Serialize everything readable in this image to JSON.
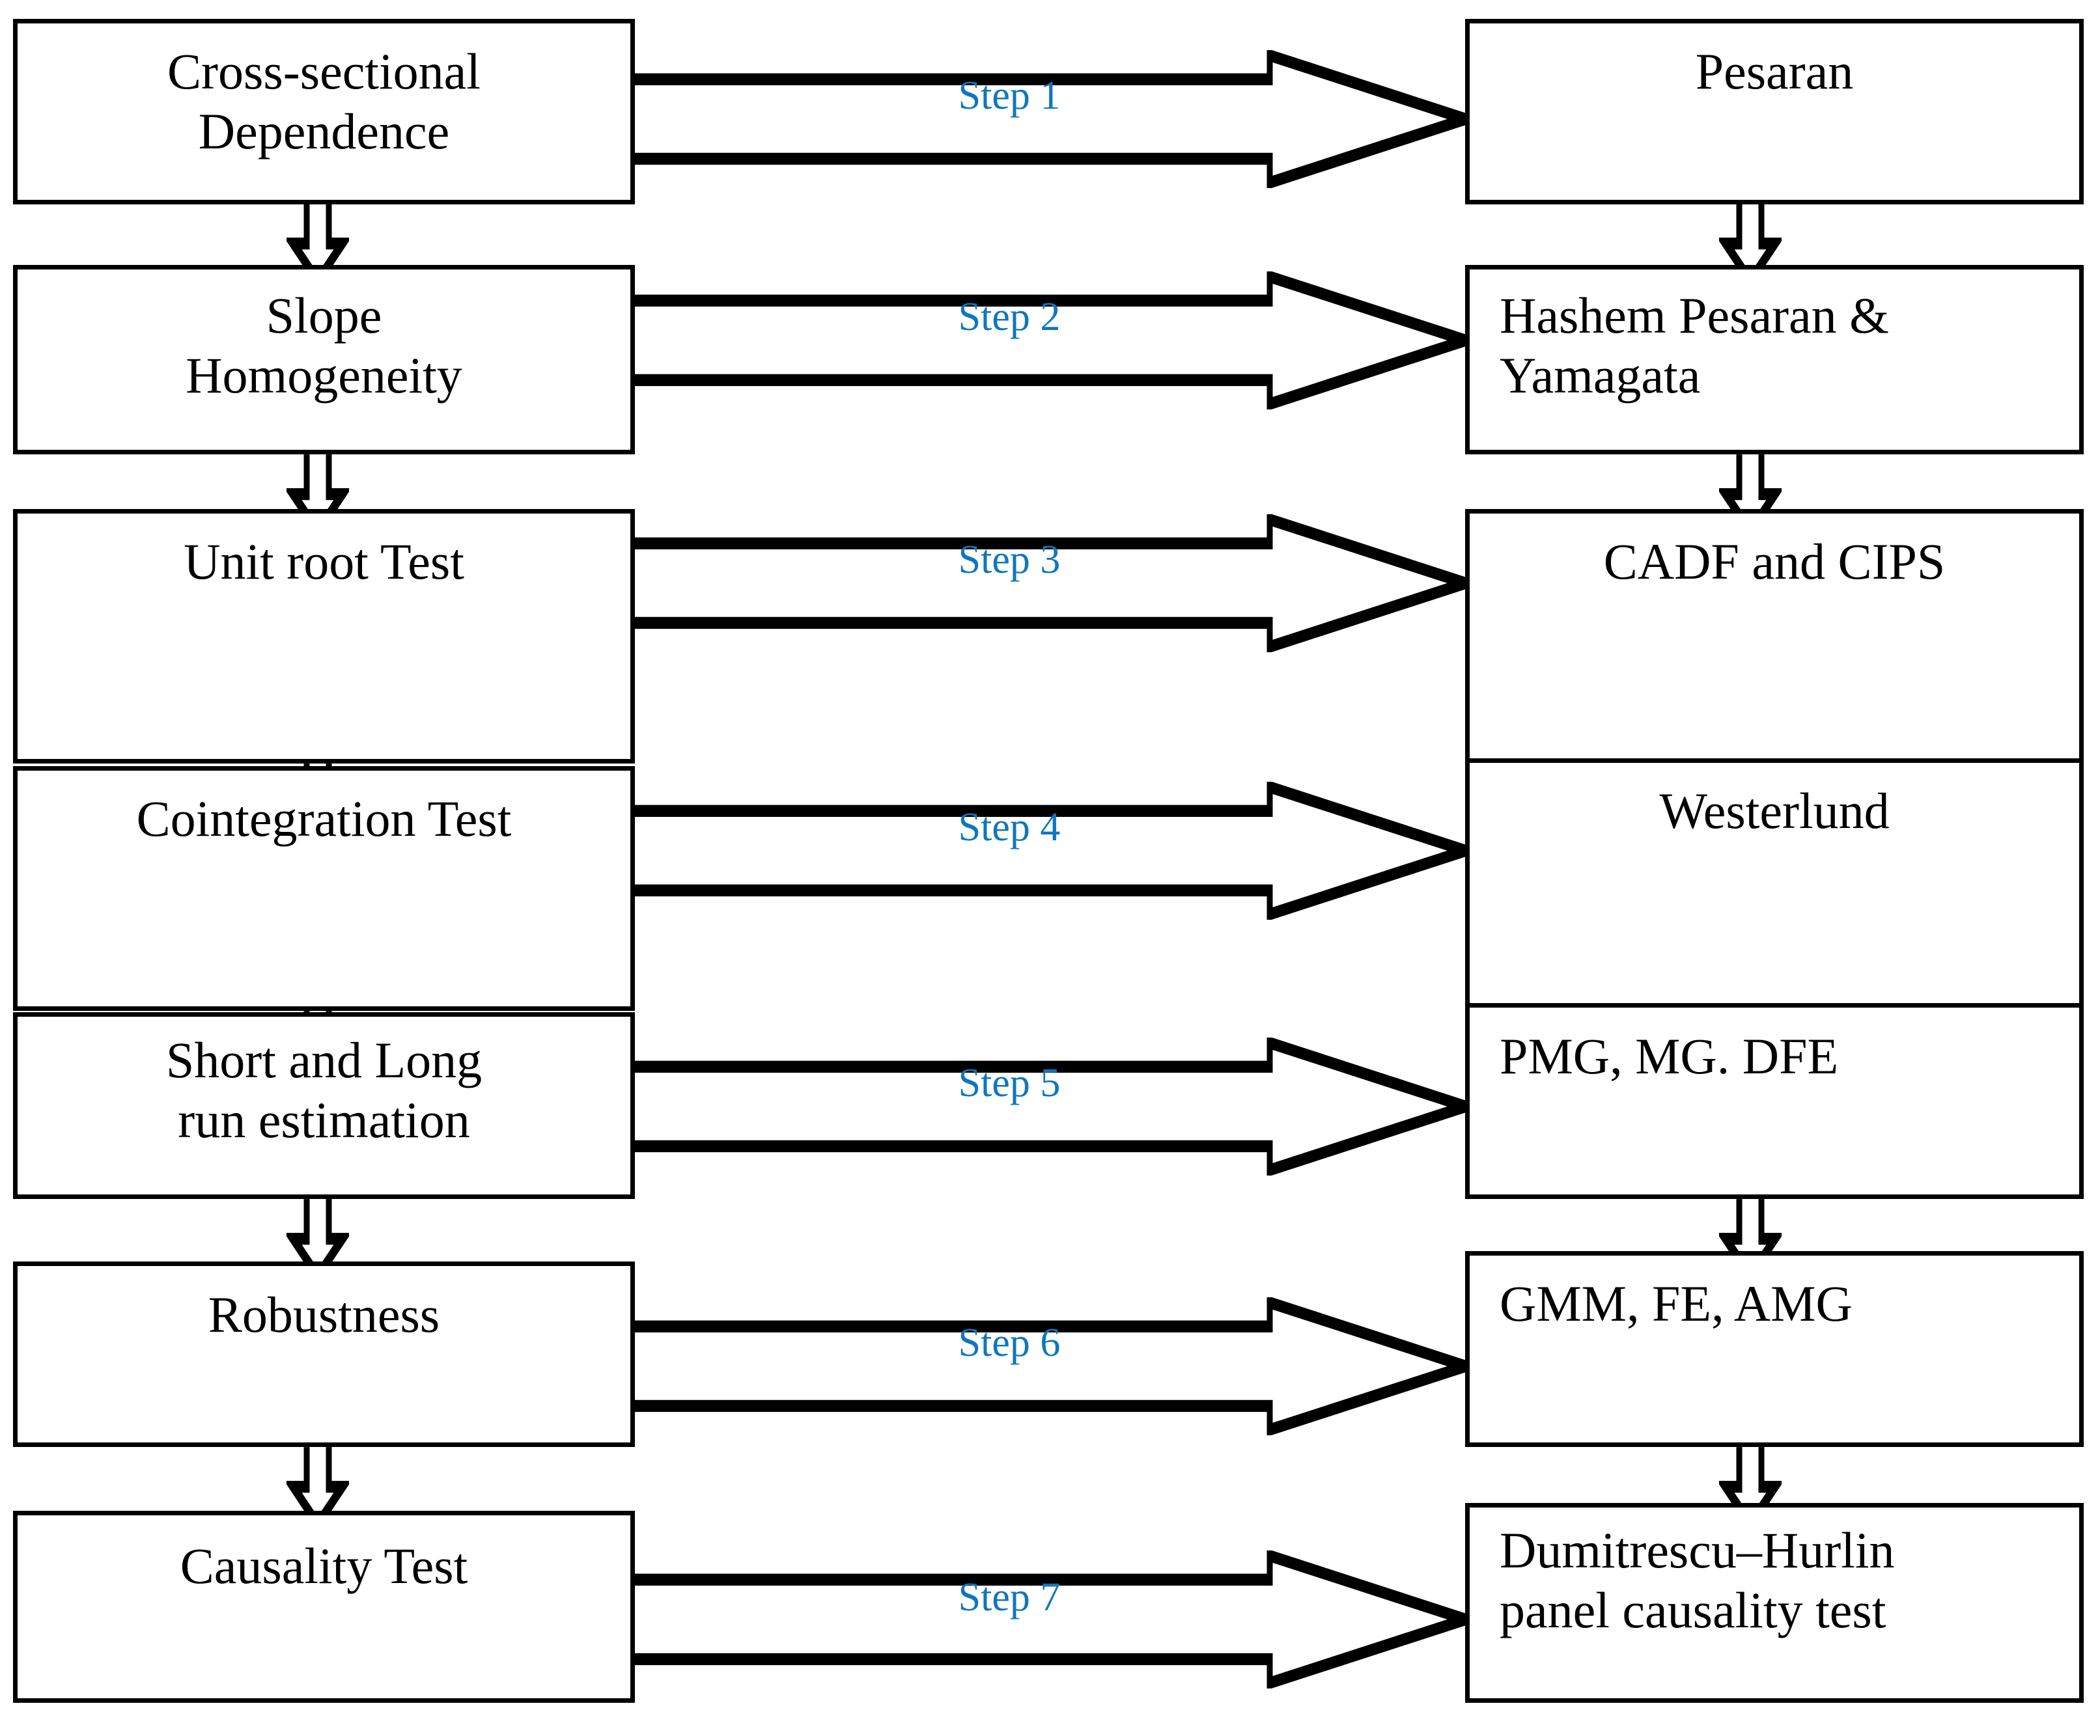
{
  "diagram": {
    "title": "Econometric methodology flowchart",
    "colors": {
      "stroke": "#000000",
      "box_fill": "#ffffff",
      "step_label": "#1076BE",
      "background": "#ffffff"
    },
    "rows": [
      {
        "step_label": "Step 1",
        "left_box": "Cross-sectional\nDependence",
        "right_box": "Pesaran",
        "left_align": "center",
        "right_align": "center"
      },
      {
        "step_label": "Step 2",
        "left_box": "Slope\nHomogeneity",
        "right_box": "Hashem Pesaran &\nYamagata",
        "left_align": "center",
        "right_align": "left"
      },
      {
        "step_label": "Step 3",
        "left_box": "Unit root Test",
        "right_box": "CADF and CIPS",
        "left_align": "center",
        "right_align": "center"
      },
      {
        "step_label": "Step 4",
        "left_box": "Cointegration Test",
        "right_box": "Westerlund",
        "left_align": "center",
        "right_align": "center"
      },
      {
        "step_label": "Step 5",
        "left_box": "Short and Long\nrun estimation",
        "right_box": "PMG, MG. DFE",
        "left_align": "center",
        "right_align": "left"
      },
      {
        "step_label": "Step 6",
        "left_box": "Robustness",
        "right_box": "GMM, FE, AMG",
        "left_align": "center",
        "right_align": "left"
      },
      {
        "step_label": "Step 7",
        "left_box": "Causality Test",
        "right_box": "Dumitrescu–Hurlin\npanel causality test",
        "left_align": "center",
        "right_align": "left"
      }
    ]
  }
}
